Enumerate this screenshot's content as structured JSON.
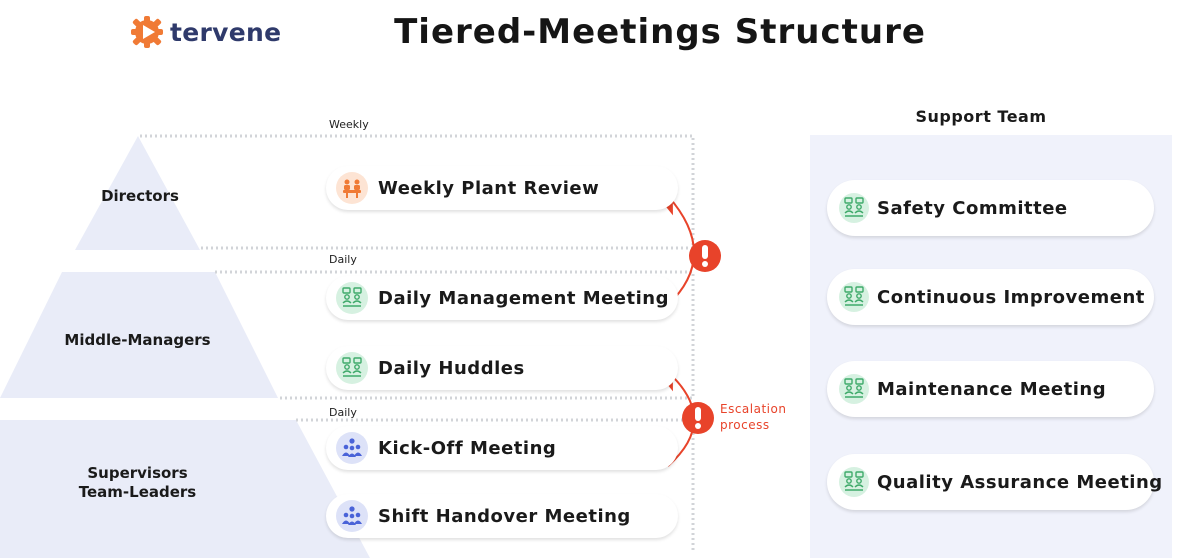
{
  "logo": {
    "text": "tervene"
  },
  "title": "Tiered-Meetings Structure",
  "colors": {
    "accent_red": "#e8432a",
    "orange": "#f07a35",
    "green": "#3faa6a",
    "blue": "#4a63d8",
    "tier_fill": "#e9ecf8"
  },
  "tiers": [
    {
      "label_lines": [
        "Directors"
      ],
      "frequency": "Weekly"
    },
    {
      "label_lines": [
        "Middle-Managers"
      ],
      "frequency": "Daily"
    },
    {
      "label_lines": [
        "Supervisors",
        "Team-Leaders"
      ],
      "frequency": "Daily"
    }
  ],
  "meetings": [
    {
      "label": "Weekly Plant Review",
      "icon": "meeting-table-icon",
      "color": "orange"
    },
    {
      "label": "Daily Management Meeting",
      "icon": "team-discussion-icon",
      "color": "green"
    },
    {
      "label": "Daily Huddles",
      "icon": "team-discussion-icon",
      "color": "green"
    },
    {
      "label": "Kick-Off Meeting",
      "icon": "team-group-icon",
      "color": "blue"
    },
    {
      "label": "Shift Handover Meeting",
      "icon": "team-group-icon",
      "color": "blue"
    }
  ],
  "escalation": {
    "text_lines": [
      "Escalation",
      "process"
    ],
    "icon": "exclamation-icon"
  },
  "support_team": {
    "title": "Support Team",
    "items": [
      {
        "label": "Safety Committee",
        "icon": "team-discussion-icon"
      },
      {
        "label": "Continuous Improvement",
        "icon": "team-discussion-icon"
      },
      {
        "label": "Maintenance Meeting",
        "icon": "team-discussion-icon"
      },
      {
        "label": "Quality Assurance Meeting",
        "icon": "team-discussion-icon"
      }
    ]
  }
}
